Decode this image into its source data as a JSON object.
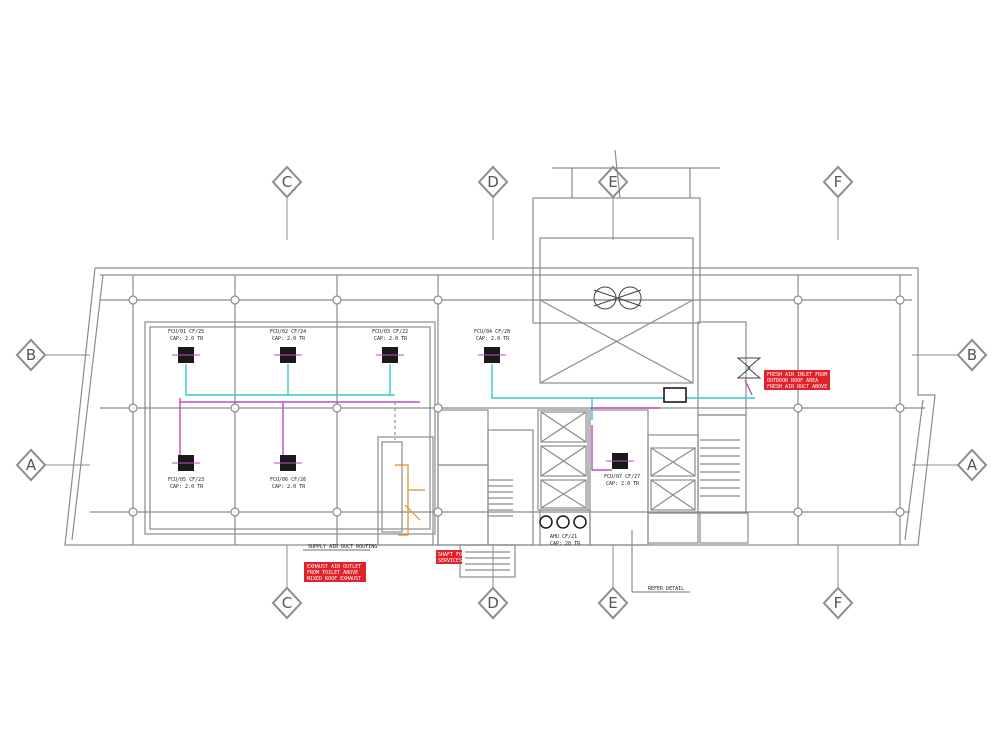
{
  "grid_labels": {
    "top": [
      "C",
      "D",
      "E",
      "F"
    ],
    "bottom": [
      "C",
      "D",
      "E",
      "F"
    ],
    "left": [
      "B",
      "A"
    ],
    "right": [
      "B",
      "A"
    ]
  },
  "units": [
    {
      "name": "FCU/01 CF/25",
      "cap": "CAP: 2.0 TR"
    },
    {
      "name": "FCU/02 CF/24",
      "cap": "CAP: 2.0 TR"
    },
    {
      "name": "FCU/03 CF/22",
      "cap": "CAP: 2.0 TR"
    },
    {
      "name": "FCU/04 CF/28",
      "cap": "CAP: 2.0 TR"
    },
    {
      "name": "FCU/05 CF/23",
      "cap": "CAP: 2.0 TR"
    },
    {
      "name": "FCU/06 CF/26",
      "cap": "CAP: 2.0 TR"
    },
    {
      "name": "FCU/07 CF/27",
      "cap": "CAP: 2.0 TR"
    }
  ],
  "notes": {
    "fresh_air": [
      "FRESH AIR INLET FROM",
      "OUTDOOR ROOF AREA",
      "FRESH AIR DUCT ABOVE"
    ],
    "exhaust": [
      "EXHAUST AIR OUTLET",
      "FROM TOILET ABOVE",
      "MIXED ROOF EXHAUST"
    ],
    "shaft": [
      "SHAFT FOR",
      "SERVICES"
    ],
    "ahu": [
      "AHU CF/21",
      "CAP: 20 TR"
    ],
    "bottom_left": "SUPPLY AIR DUCT ROUTING",
    "bottom_right": "REFER DETAIL"
  },
  "colors": {
    "line": "#8c8c8c",
    "supply": "#36c6d0",
    "return": "#c04bc7",
    "drain": "#e28a2a",
    "note_box": "#e0222a",
    "unit": "#1a1a1a"
  }
}
